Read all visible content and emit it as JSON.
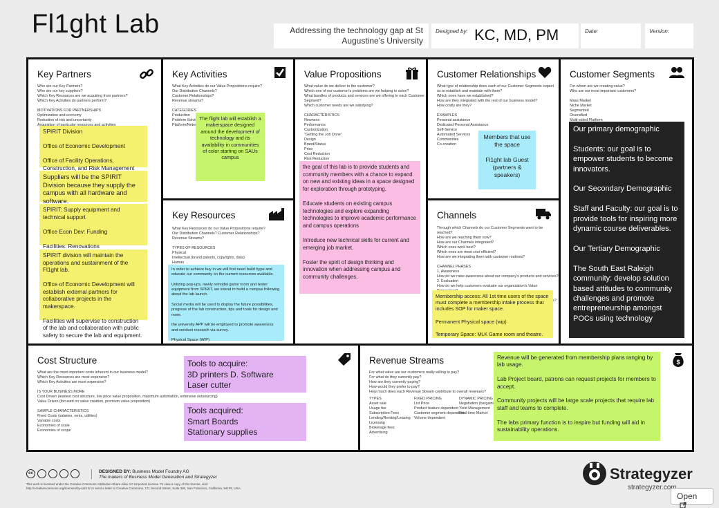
{
  "header": {
    "title": "Fl1ght Lab",
    "designed_for": "Addressing the technology gap at St Augustine's University",
    "designed_by_label": "Designed by:",
    "designed_by": "KC, MD, PM",
    "date_label": "Date:",
    "version_label": "Version:"
  },
  "key_partners": {
    "title": "Key Partners",
    "icon": "link-icon",
    "prompts": "Who are our Key Partners?\nWho are our key suppliers?\nWhich Key Resources are we acquiring from partners?\nWhich Key Activities do partners perform?\n\nMOTIVATIONS FOR PARTNERSHIPS\nOptimization and economy\nReduction of risk and uncertainty\nAcquisition of particular resources and activities",
    "notes": [
      "SPIRIT Division\n\nOffice of Economic Development\n\nOffice of Facility Operations, Construction, and Risk Management",
      "Suppliers will be the SPIRIT Division because they supply the campus with all hardware and software.",
      "SPIRIT: Supply equipment and technical support\n\nOffice Econ Dev: Funding\n\nFacilities: Renovations",
      "SPIRIT division will maintain the operations and sustainment of the Fl1ght lab.\n\nOffice of Economic Development will establish external partners for collaborative projects in the makerspace.\n\nFacilities will supervise to construction of the lab and collaboration with public safety to secure the lab and equipment."
    ]
  },
  "key_activities": {
    "title": "Key Activities",
    "icon": "checkbox-icon",
    "prompts": "What Key Activities do our Value Propositions require?\nOur Distribution Channels?\nCustomer Relationships?\nRevenue streams?\n\nCATEGORIES\nProduction\nProblem Solving\nPlatform/Network",
    "note": "The flight lab will establish a makerspace designed around the development of technology and its availability in communities of color starting on SAUs campus"
  },
  "key_resources": {
    "title": "Key Resources",
    "icon": "factory-icon",
    "prompts": "What Key Resources do our Value Propositions require?\nOur Distribution Channels? Customer Relationships?\nRevenue Streams?\n\nTYPES OF RESOURCES\nPhysical\nIntellectual (brand patents, copyrights, data)\nHuman\nFinancial",
    "note": "In order to achieve buy in we will first need build hype and educate our community on the current resources available.\n\nUtilizing pop-ups, newly remodel game room and tester equipment from SPIRIT, we intend to build a campus following about the lab launch.\n\nSocial media will be used to display the future possibilities, progress of the lab construction, tips and tools for design and more.\n\nthe university APP will be employed to promote awareness and conduct research via survey.\n\nPhysical Space (WIP)"
  },
  "value_propositions": {
    "title": "Value Propositions",
    "icon": "gift-icon",
    "prompts": "What value do we deliver to the customer?\nWhich one of our customer's problems are we helping to solve?\nWhat bundles of products and services are we offering to each Customer Segment?\nWhich customer needs are we satisfying?\n\nCHARACTERISTICS\nNewness\nPerformance\nCustomization\n\"Getting the Job Done\"\nDesign\nBrand/Status\nPrice\nCost Reduction\nRisk Reduction\nAccessibility\nConvenience/Usability",
    "note": "the goal of this lab is to provide students and community members with a chance to expand on new and existing ideas in a space designed for exploration through prototyping.\n\nEducate students on existing campus technologies and explore expanding technologies to improve academic performance and campus operations\n\nIntroduce new technical skills for current and emerging job market.\n\nFoster the spirit of design thinking and innovation when addressing campus and community challenges."
  },
  "customer_relationships": {
    "title": "Customer Relationships",
    "icon": "heart-icon",
    "prompts": "What type of relationship does each of our Customer Segments expect us to establish and maintain with them?\nWhich ones have we established?\nHow are they integrated with the rest of our business model?\nHow costly are they?\n\nEXAMPLES\nPersonal assistance\nDedicated Personal Assistance\nSelf-Service\nAutomated Services\nCommunities\nCo-creation",
    "note": "Members that use the space\n\nFl1ght lab Guest (partners & speakers)"
  },
  "channels": {
    "title": "Channels",
    "icon": "truck-icon",
    "prompts": "Through which Channels do our Customer Segments want to be reached?\nHow are we reaching them now?\nHow are our Channels integrated?\nWhich ones work best?\nWhich ones are most cost-efficient?\nHow are we integrating them with customer routines?\n\nCHANNEL PHASES\n1. Awareness\n   How do we raise awareness about our company's products and services?\n2. Evaluation\n   How do we help customers evaluate our organization's Value Proposition?\n3. Purchase\n   How do we allow customers to purchase specific products and services?\n4. Delivery",
    "note": "Membership access: All 1st time users of the space must complete a membership intake process that includes SOP for maker space.\n\nPermanent Physical space (wip)\n\nTemporary Space: MLK Game room and theatre."
  },
  "customer_segments": {
    "title": "Customer Segments",
    "icon": "people-icon",
    "prompts": "For whom are we creating value?\nWho are our most important customers?\n\nMass Market\nNiche Market\nSegmented\nDiversified\nMulti-sided Platform",
    "note": "Our primary demographic\n\nStudents: our goal is to empower students to become innovators.\n\nOur Secondary Demographic\n\nStaff and Faculty: our goal is to provide tools for inspiring more dynamic course deliverables.\n\nOur Tertiary Demographic\n\nThe South East Raleigh community: develop solution based attitudes to community challenges and promote entrepreneurship amongst POCs using technology"
  },
  "cost_structure": {
    "title": "Cost Structure",
    "icon": "tag-icon",
    "prompts": "What are the most important costs inherent in our business model?\nWhich Key Resources are most expensive?\nWhich Key Activities are most expensive?\n\nIS YOUR BUSINESS MORE\nCost Driven (leanest cost structure, low price value proposition, maximum automation, extensive outsourcing)\nValue Driven (focused on value creation, premium value proposition)\n\nSAMPLE CHARACTERISTICS\nFixed Costs (salaries, rents, utilities)\nVariable costs\nEconomies of scale\nEconomies of scope",
    "notes": [
      "Tools to acquire:\n3D printers      D. Software\nLaser cutter",
      "Tools acquired:\nSmart Boards\nStationary supplies"
    ]
  },
  "revenue_streams": {
    "title": "Revenue Streams",
    "icon": "money-bag-icon",
    "prompts": "For what value are our customers really willing to pay?\nFor what do they currently pay?\nHow are they currently paying?\nHow would they prefer to pay?\nHow much does each Revenue Stream contribute to overall revenues?",
    "cols": [
      "TYPES\nAsset sale\nUsage fee\nSubscription Fees\nLending/Renting/Leasing\nLicensing\nBrokerage fees\nAdvertising",
      "FIXED PRICING\nList Price\nProduct feature dependent\nCustomer segment dependent\nVolume dependent",
      "DYNAMIC PRICING\nNegotiation (bargaining)\nYield Management\nReal-time-Market"
    ],
    "note": "Revenue will be generated from membership plans ranging by lab usage.\n\nLab Project board, patrons can request projects for members to accept.\n\nCommunity projects will be large scale projects that require lab staff and teams to complete.\n\nThe labs primary function is to inspire but funding will aid in sustainability operations."
  },
  "footer": {
    "designed_by_label": "DESIGNED BY:",
    "designed_by": "Business Model Foundry AG",
    "tagline": "The makers of Business Model Generation and Strategyzer",
    "license": "This work is licensed under the Creative Commons Attribution-Share Alike 3.0 Unported License. To view a copy of this license, visit:\nhttp://creativecommons.org/licenses/by-sa/3.0/ or send a letter to Creative Commons, 171 Second Street, Suite 300, San Francisco, California, 94105, USA.",
    "brand": "Strategyzer",
    "brand_url": "strategyzer.com",
    "cc_icons": [
      "cc-icon",
      "by-icon",
      "nc-icon",
      "sa-icon",
      "info-icon"
    ]
  },
  "open_button": "Open"
}
